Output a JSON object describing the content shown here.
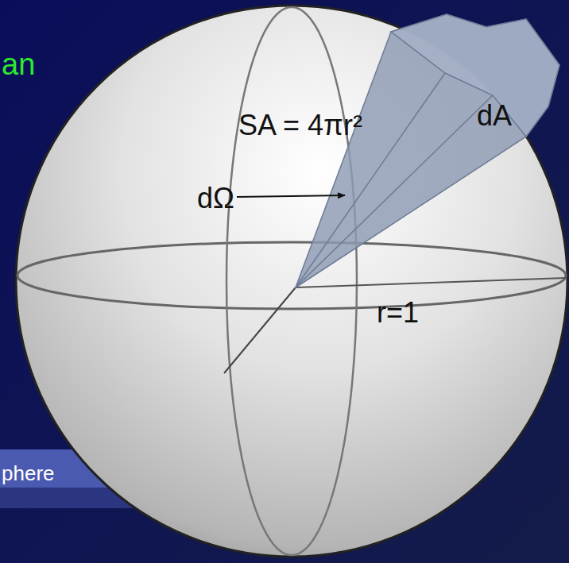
{
  "diagram": {
    "labels": [
      "an",
      "SA = 4πr²",
      "dA",
      "dΩ",
      "r=1",
      "phere"
    ]
  }
}
